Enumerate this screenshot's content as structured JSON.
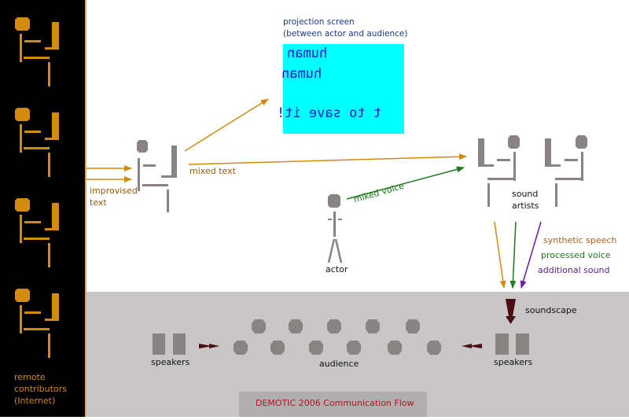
{
  "colors": {
    "sidebar_bg": "#000000",
    "contributor": "#d4890f",
    "figure_gray": "#8a8383",
    "floor_gray": "#c8c6c6",
    "title_box": "#b0aeae",
    "title_text": "#b4141e",
    "screen_cyan": "#00ffff",
    "screen_text": "#1a1ad0",
    "text_arrow": "#d4890f",
    "voice_arrow": "#1e7a1e",
    "additional_arrow": "#6a1ab0",
    "soundscape_arrow": "#4a0e14",
    "synthetic_label": "#b0601a",
    "processed_label": "#1e7a1e",
    "additional_label": "#5a1a9a",
    "miked_label": "#1e7a1e",
    "projection_label": "#1a3a8a",
    "brown_label": "#9a5a10"
  },
  "sidebar": {
    "contributor_count": 4,
    "label_lines": [
      "remote",
      "contributors",
      "(Internet)"
    ]
  },
  "projection": {
    "label_lines": [
      "projection screen",
      "(between actor and audience)"
    ],
    "mirrored_lines": [
      "human",
      "human",
      "t to save it!"
    ]
  },
  "labels": {
    "improvised": [
      "improvised",
      "text"
    ],
    "mixed_text": "mixed text",
    "miked_voice": "miked voice",
    "actor": "actor",
    "sound_artists": [
      "sound",
      "artists"
    ],
    "synthetic_speech": "synthetic speech",
    "processed_voice": "processed voice",
    "additional_sound": "additional sound",
    "soundscape": "soundscape",
    "speakers_left": "speakers",
    "speakers_right": "speakers",
    "audience": "audience"
  },
  "audience": {
    "front_row_count": 5,
    "back_row_count": 6
  },
  "title": "DEMOTIC 2006 Communication Flow"
}
